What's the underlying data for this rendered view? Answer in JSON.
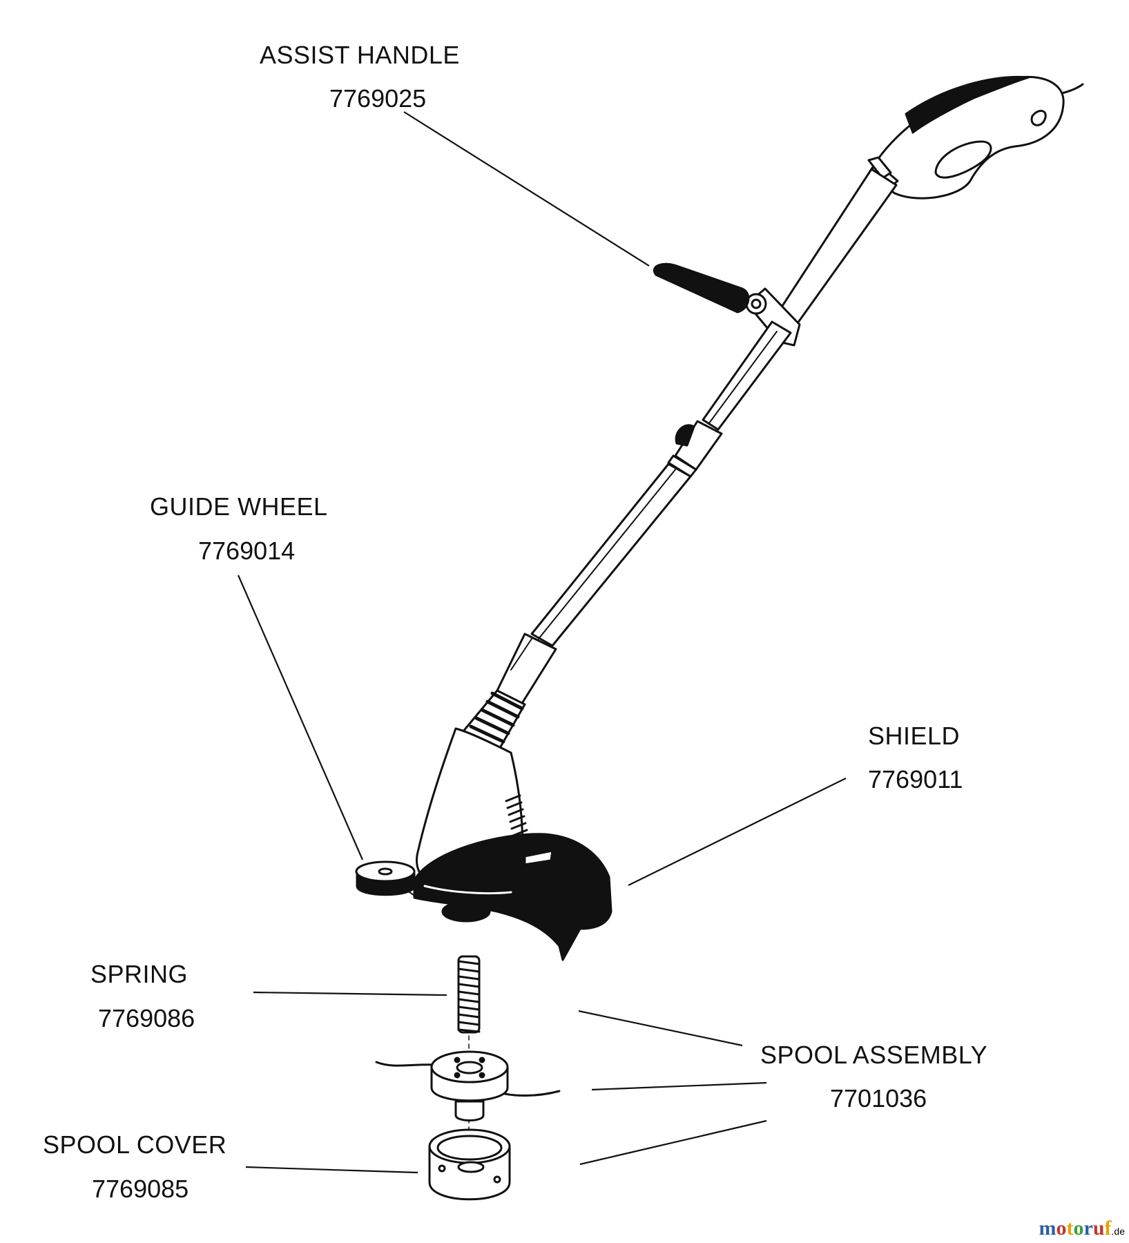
{
  "parts": [
    {
      "name": "ASSIST HANDLE",
      "number": "7769025"
    },
    {
      "name": "GUIDE WHEEL",
      "number": "7769014"
    },
    {
      "name": "SHIELD",
      "number": "7769011"
    },
    {
      "name": "SPRING",
      "number": "7769086"
    },
    {
      "name": "SPOOL ASSEMBLY",
      "number": "7701036"
    },
    {
      "name": "SPOOL COVER",
      "number": "7769085"
    }
  ],
  "watermark": {
    "text": "motoruf",
    "suffix": ".de",
    "letter_colors": [
      "#2a5fa8",
      "#c0392b",
      "#e6a100",
      "#3a9d3a",
      "#2a5fa8",
      "#c0392b",
      "#e6a100"
    ]
  }
}
